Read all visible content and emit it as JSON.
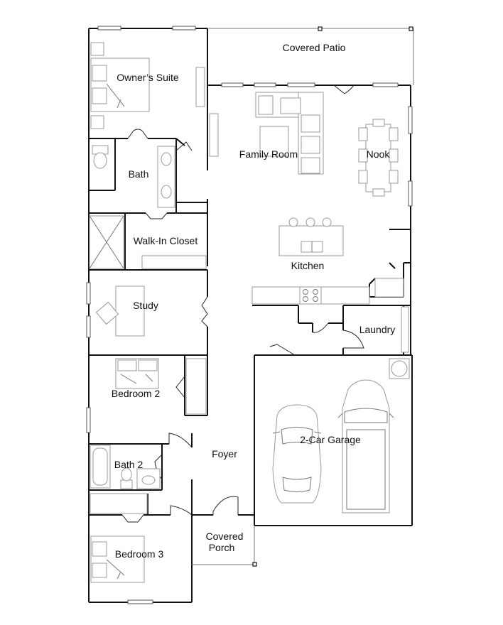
{
  "rooms": {
    "covered_patio": "Covered Patio",
    "owners_suite": "Owner’s Suite",
    "family_room": "Family Room",
    "nook": "Nook",
    "bath": "Bath",
    "walk_in_closet": "Walk-In Closet",
    "kitchen": "Kitchen",
    "study": "Study",
    "laundry": "Laundry",
    "bedroom_2": "Bedroom 2",
    "two_car_garage": "2-Car Garage",
    "foyer": "Foyer",
    "bath_2": "Bath 2",
    "covered_porch_line1": "Covered",
    "covered_porch_line2": "Porch",
    "bedroom_3": "Bedroom 3"
  }
}
